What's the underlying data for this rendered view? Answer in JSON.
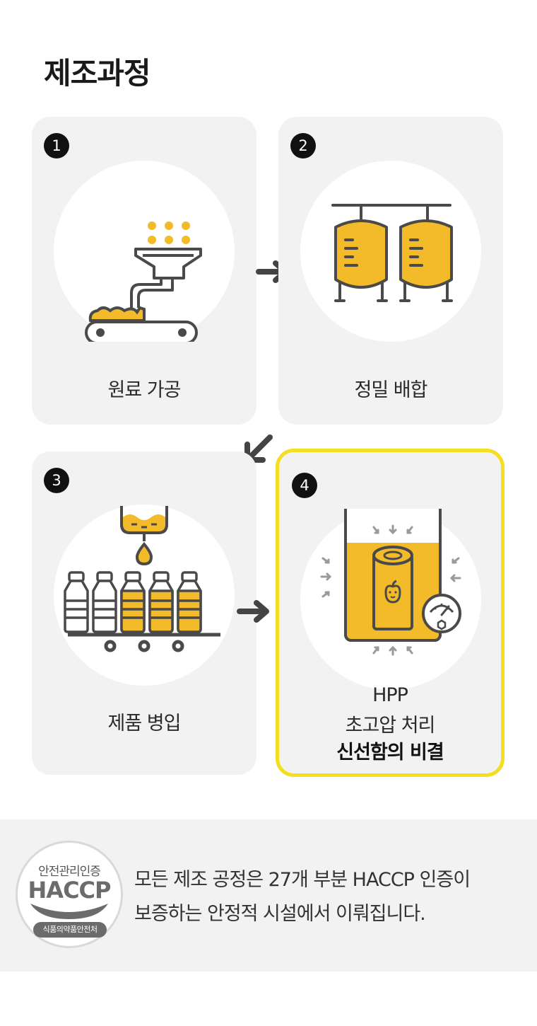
{
  "title": "제조과정",
  "steps": [
    {
      "number": "1",
      "label": "원료 가공"
    },
    {
      "number": "2",
      "label": "정밀 배합"
    },
    {
      "number": "3",
      "label": "제품 병입"
    },
    {
      "number": "4",
      "label_lines": [
        "HPP",
        "초고압 처리",
        "신선함의 비결"
      ]
    }
  ],
  "colors": {
    "accent": "#f3bb2a",
    "highlight_border": "#f5dd1f",
    "card_bg": "#f2f2f2",
    "dark": "#4a4a4a"
  },
  "icons": [
    "conveyor-funnel-icon",
    "mixing-tanks-icon",
    "bottling-line-icon",
    "hpp-chamber-icon",
    "arrow-right-icon",
    "arrow-down-left-icon"
  ],
  "footer": {
    "badge": {
      "top": "안전관리인증",
      "main": "HACCP",
      "bottom": "식품의약품안전처"
    },
    "line1": "모든 제조 공정은 27개 부분 HACCP 인증이",
    "line2": "보증하는 안정적 시설에서 이뤄집니다."
  }
}
